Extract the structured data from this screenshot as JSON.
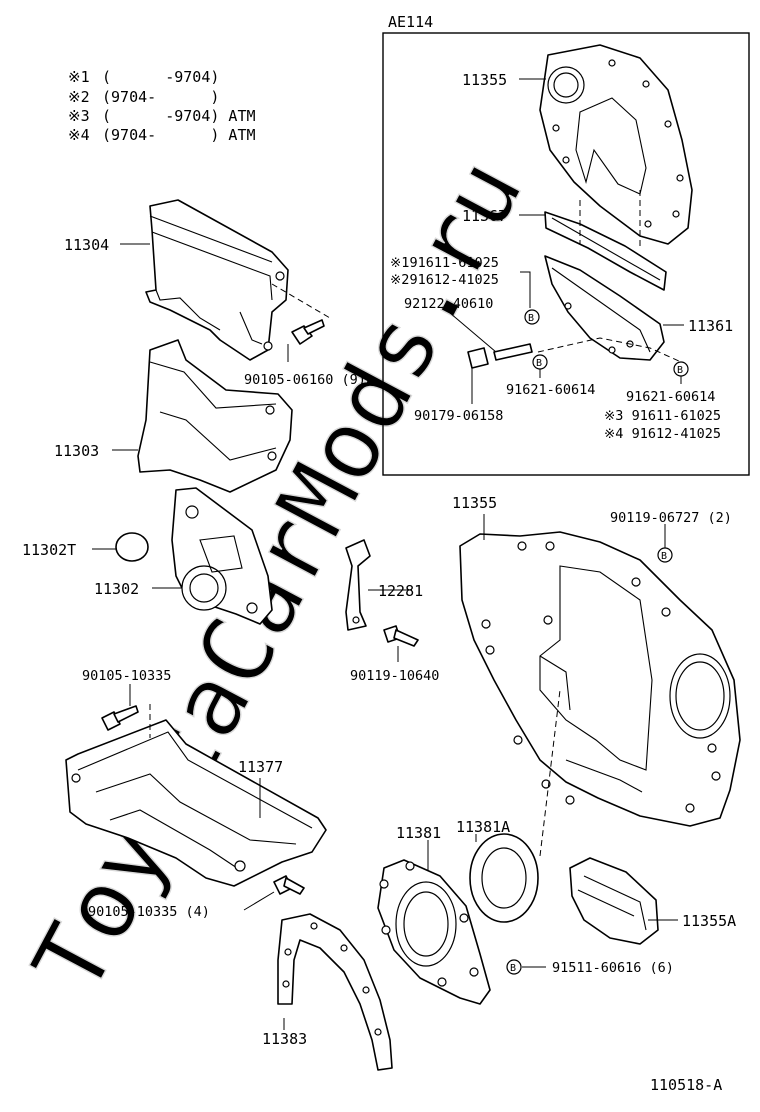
{
  "title": "AE114",
  "figure_code": "110518-A",
  "watermark": "ToyotaCarMods.ru",
  "notes": [
    {
      "mark": "※1",
      "text": "(      -9704)"
    },
    {
      "mark": "※2",
      "text": "(9704-      )"
    },
    {
      "mark": "※3",
      "text": "(      -9704) ATM"
    },
    {
      "mark": "※4",
      "text": "(9704-      ) ATM"
    }
  ],
  "badge_letter": "B",
  "labels": {
    "p11355_top": "11355",
    "p11367": "11367",
    "p91611_top": "※191611-61025",
    "p91612_top": "※291612-41025",
    "p92122": "92122-40610",
    "p11361": "11361",
    "p91621_a": "91621-60614",
    "p90179": "90179-06158",
    "p91621_b": "91621-60614",
    "p91611_b": "※3 91611-61025",
    "p91612_b": "※4 91612-41025",
    "p11304": "11304",
    "p90105_06160": "90105-06160 (9)",
    "p11303": "11303",
    "p11355_main": "11355",
    "p90119_06727": "90119-06727 (2)",
    "p11302T": "11302T",
    "p11302": "11302",
    "p12281": "12281",
    "p90119_10640": "90119-10640",
    "p90105_10335": "90105-10335",
    "p11377": "11377",
    "p11381A": "11381A",
    "p11381": "11381",
    "p11355A": "11355A",
    "p90105_10335_4": "90105-10335 (4)",
    "p91511": "91511-60616 (6)",
    "p11383": "11383"
  }
}
